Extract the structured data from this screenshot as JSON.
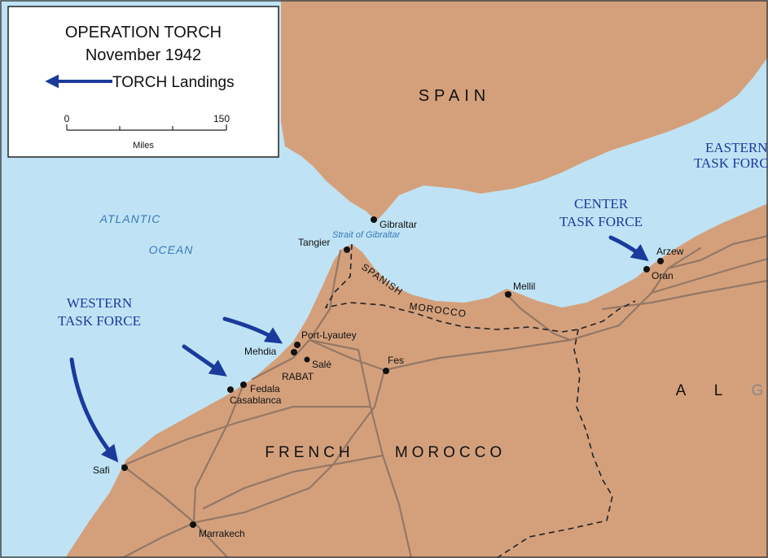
{
  "legend": {
    "title_line1": "OPERATION TORCH",
    "title_line2": "November 1942",
    "arrow_label": "TORCH Landings",
    "scale_start": "0",
    "scale_end": "150",
    "scale_unit": "Miles"
  },
  "regions": {
    "spain": "SPAIN",
    "french_morocco_1": "FRENCH",
    "french_morocco_2": "MOROCCO",
    "spanish_morocco_1": "SPANISH",
    "spanish_morocco_2": "MOROCCO",
    "algeria": [
      "A",
      "L",
      "G"
    ]
  },
  "water": {
    "atlantic": "ATLANTIC",
    "ocean": "OCEAN",
    "strait": "Strait of Gibraltar"
  },
  "task_forces": {
    "western_1": "WESTERN",
    "western_2": "TASK FORCE",
    "center_1": "CENTER",
    "center_2": "TASK FORCE",
    "eastern_1": "EASTERN",
    "eastern_2": "TASK FORCE"
  },
  "cities": {
    "gibraltar": "Gibraltar",
    "tangier": "Tangier",
    "mellil": "Mellil",
    "arzew": "Arzew",
    "oran": "Oran",
    "port_lyautey": "Port-Lyautey",
    "mehdia": "Mehdia",
    "sale": "Salé",
    "rabat": "RABAT",
    "fes": "Fes",
    "fedala": "Fedala",
    "casablanca": "Casablanca",
    "safi": "Safi",
    "marrakech": "Marrakech"
  },
  "colors": {
    "land": "#d4a07c",
    "sea": "#bfe3f5",
    "arrow": "#1a3a9c",
    "water_label": "#3a78b8",
    "road": "#8a7060"
  }
}
